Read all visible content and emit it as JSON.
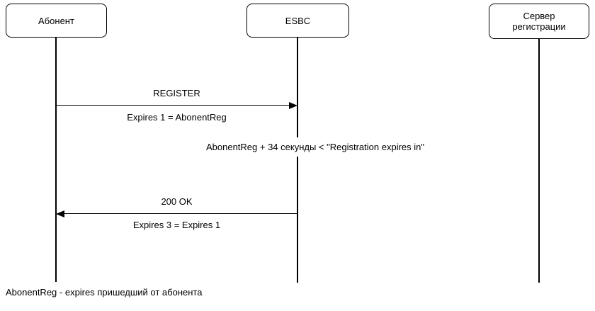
{
  "participants": [
    {
      "label": "Абонент"
    },
    {
      "label": "ESBC"
    },
    {
      "label": "Сервер регистрации"
    }
  ],
  "messages": [
    {
      "title": "REGISTER",
      "subtitle": "Expires 1 = AbonentReg",
      "from": "Абонент",
      "to": "ESBC",
      "direction": "right"
    },
    {
      "title": "200 OK",
      "subtitle": "Expires 3 = Expires 1",
      "from": "ESBC",
      "to": "Абонент",
      "direction": "left"
    }
  ],
  "note": "AbonentReg + 34 секунды < \"Registration expires in\"",
  "footer": "AbonentReg - expires пришедший от абонента",
  "colors": {
    "stroke": "#000000",
    "fill": "#ffffff",
    "text": "#000000"
  }
}
